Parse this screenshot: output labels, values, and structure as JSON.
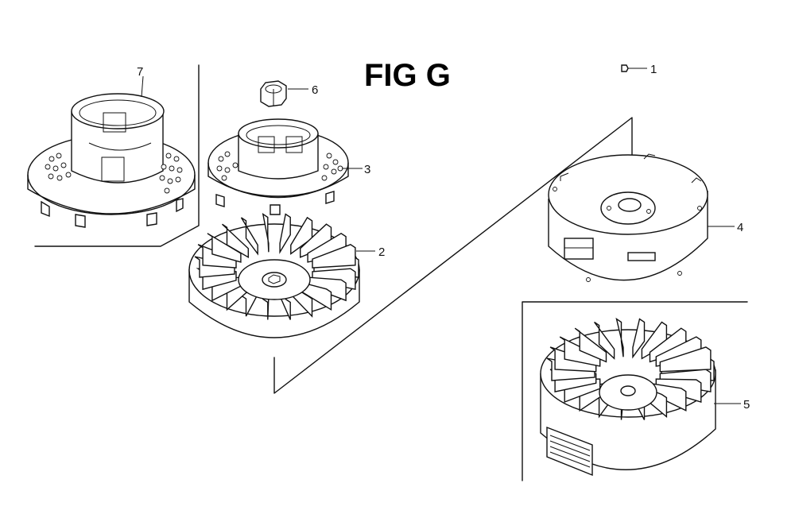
{
  "title": "FIG G",
  "callouts": [
    {
      "id": "c1",
      "label": "1"
    },
    {
      "id": "c2",
      "label": "2"
    },
    {
      "id": "c3",
      "label": "3"
    },
    {
      "id": "c4",
      "label": "4"
    },
    {
      "id": "c5",
      "label": "5"
    },
    {
      "id": "c6",
      "label": "6"
    },
    {
      "id": "c7",
      "label": "7"
    }
  ]
}
